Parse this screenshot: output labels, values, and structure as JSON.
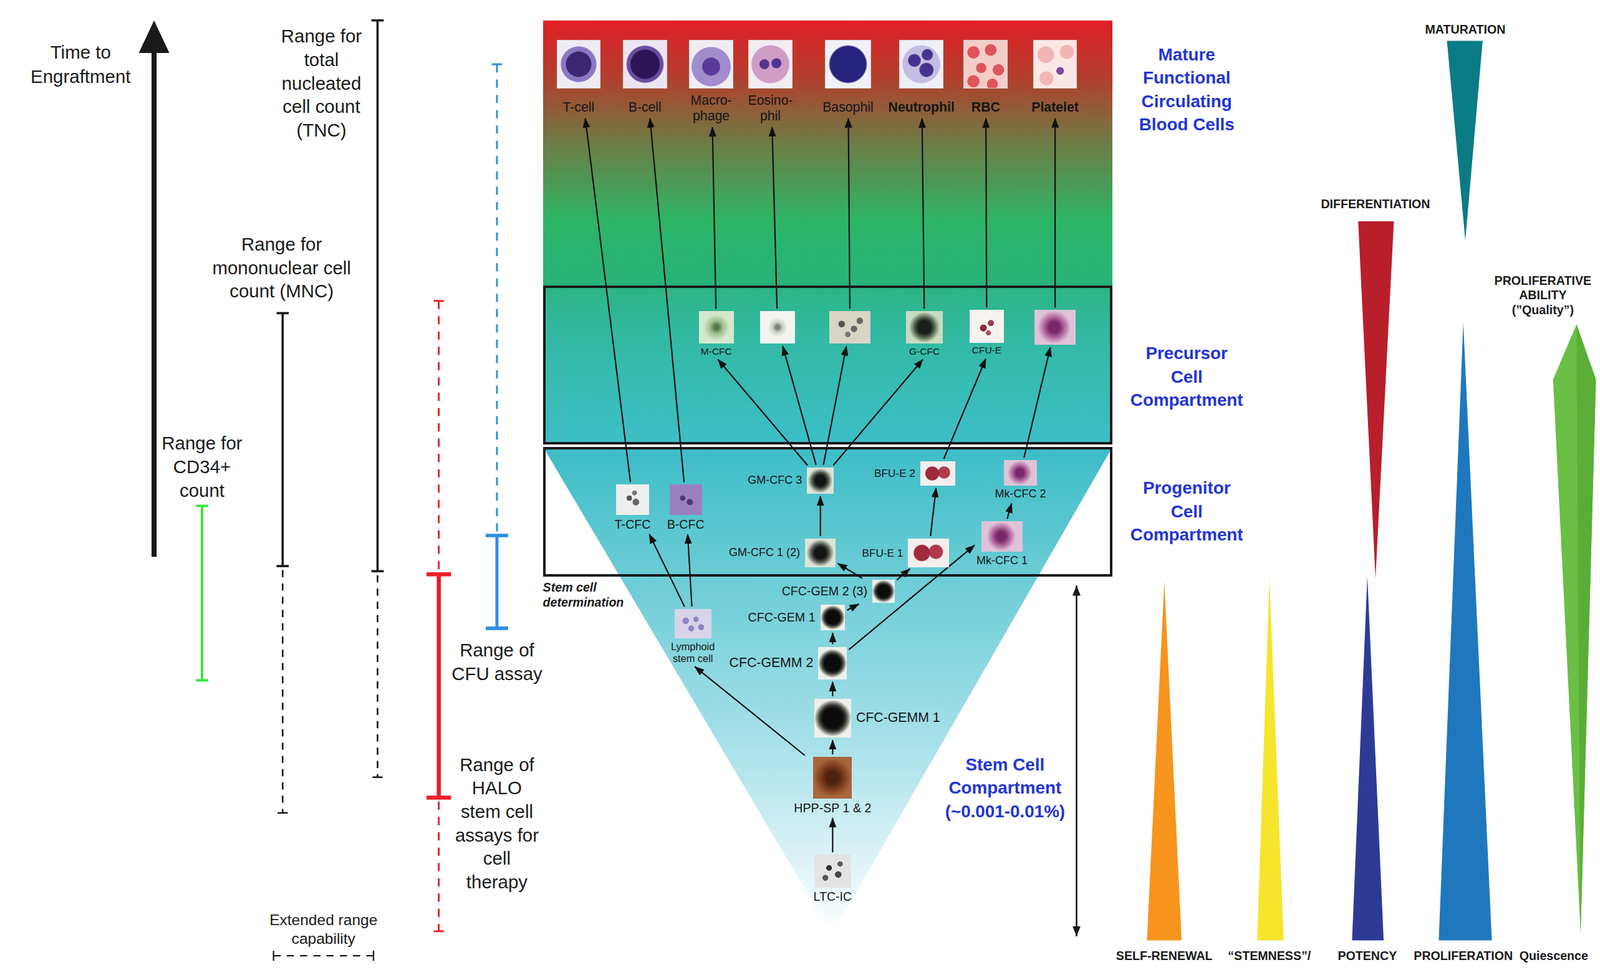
{
  "diagram": {
    "nodes": [
      {
        "text": [
          "Mature Functional Circulating Blood Cells"
        ]
      },
      {
        "text": [
          "T-cell"
        ],
        "in": 0
      },
      {
        "text": [
          "B-cell"
        ],
        "in": 0
      },
      {
        "text": [
          "Macro- phage"
        ],
        "in": 0
      },
      {
        "text": [
          "Eosino- phil"
        ],
        "in": 0
      },
      {
        "text": [
          "Basophil"
        ],
        "in": 0
      },
      {
        "text": [
          "Neutrophil"
        ],
        "in": 0
      },
      {
        "text": [
          "RBC"
        ],
        "in": 0
      },
      {
        "text": [
          "Platelet"
        ],
        "in": 0
      },
      {
        "text": [
          "Precursor Cell Compartment"
        ]
      },
      {
        "text": [
          "M-CFC"
        ],
        "in": 9
      },
      {
        "text": [],
        "in": 9
      },
      {
        "text": [],
        "in": 9
      },
      {
        "text": [
          "G-CFC"
        ],
        "in": 9
      },
      {
        "text": [
          "CFU-E"
        ],
        "in": 9
      },
      {
        "text": [],
        "in": 9
      },
      {
        "text": [
          "Progenitor Cell Compartment"
        ]
      },
      {
        "text": [
          "T-CFC"
        ],
        "in": 16
      },
      {
        "text": [
          "B-CFC"
        ],
        "in": 16
      },
      {
        "text": [
          "GM-CFC 3"
        ],
        "in": 16
      },
      {
        "text": [
          "BFU-E 2"
        ],
        "in": 16
      },
      {
        "text": [
          "Mk-CFC 2"
        ],
        "in": 16
      },
      {
        "text": [
          "GM-CFC 1 (2)"
        ],
        "in": 16
      },
      {
        "text": [
          "BFU-E 1"
        ],
        "in": 16
      },
      {
        "text": [
          "Mk-CFC 1"
        ],
        "in": 16
      },
      {
        "text": [
          "Stem Cell Compartment (~0.001-0.01%)"
        ]
      },
      {
        "text": [
          "CFC-GEM 2 (3)"
        ],
        "in": 25
      },
      {
        "text": [
          "CFC-GEM 1"
        ],
        "in": 25
      },
      {
        "text": [
          "Lymphoid stem cell"
        ],
        "in": 25
      },
      {
        "text": [
          "CFC-GEMM 2"
        ],
        "in": 25
      },
      {
        "text": [
          "CFC-GEMM 1"
        ],
        "in": 25
      },
      {
        "text": [
          "HPP-SP 1 & 2"
        ],
        "in": 25
      },
      {
        "text": [
          "LTC-IC"
        ],
        "in": 25
      }
    ],
    "edges": [
      {
        "from": 32,
        "to": 31,
        "arrow": "to"
      },
      {
        "from": 31,
        "to": 30,
        "arrow": "to"
      },
      {
        "from": 31,
        "to": 28,
        "arrow": "to"
      },
      {
        "from": 30,
        "to": 29,
        "arrow": "to"
      },
      {
        "from": 29,
        "to": 27,
        "arrow": "to"
      },
      {
        "from": 29,
        "to": 24,
        "arrow": "to"
      },
      {
        "from": 27,
        "to": 26,
        "arrow": "to"
      },
      {
        "from": 26,
        "to": 22,
        "arrow": "to"
      },
      {
        "from": 26,
        "to": 23,
        "arrow": "to"
      },
      {
        "from": 28,
        "to": 17,
        "arrow": "to"
      },
      {
        "from": 28,
        "to": 18,
        "arrow": "to"
      },
      {
        "from": 22,
        "to": 19,
        "arrow": "to"
      },
      {
        "from": 23,
        "to": 20,
        "arrow": "to"
      },
      {
        "from": 24,
        "to": 21,
        "arrow": "to"
      },
      {
        "from": 19,
        "to": 10,
        "arrow": "to"
      },
      {
        "from": 19,
        "to": 11,
        "arrow": "to"
      },
      {
        "from": 19,
        "to": 12,
        "arrow": "to"
      },
      {
        "from": 19,
        "to": 13,
        "arrow": "to"
      },
      {
        "from": 20,
        "to": 14,
        "arrow": "to"
      },
      {
        "from": 21,
        "to": 15,
        "arrow": "to"
      },
      {
        "from": 17,
        "to": 1,
        "arrow": "to"
      },
      {
        "from": 18,
        "to": 2,
        "arrow": "to"
      },
      {
        "from": 10,
        "to": 3,
        "arrow": "to"
      },
      {
        "from": 11,
        "to": 4,
        "arrow": "to"
      },
      {
        "from": 12,
        "to": 5,
        "arrow": "to"
      },
      {
        "from": 13,
        "to": 6,
        "arrow": "to"
      },
      {
        "from": 14,
        "to": 7,
        "arrow": "to"
      },
      {
        "from": 15,
        "to": 8,
        "arrow": "to"
      }
    ],
    "labels": [
      "Time to Engraftment",
      "Range for total nucleated cell count (TNC)",
      "Range for mononuclear cell count (MNC)",
      "Range for CD34+ count",
      "Range of CFU assay",
      "Range of HALO stem cell assays for cell therapy",
      "Stem cell determination",
      "MATURATION",
      "DIFFERENTIATION",
      "PROLIFERATIVE ABILITY (”Quality”)",
      "SELF-RENEWAL",
      "“STEMNESS”/",
      "POTENCY",
      "PROLIFERATION",
      "Quiescence"
    ],
    "legend": [
      {
        "text": "Extended range capability"
      }
    ]
  }
}
